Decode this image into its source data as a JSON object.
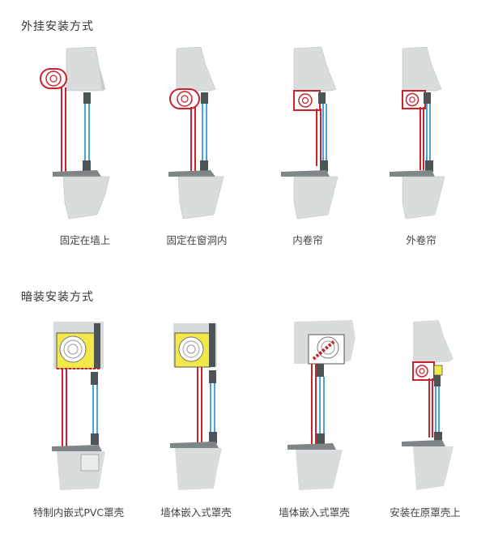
{
  "sections": [
    {
      "title": "外挂安装方式",
      "items": [
        {
          "label": "固定在墙上"
        },
        {
          "label": "固定在窗洞内"
        },
        {
          "label": "内卷帘"
        },
        {
          "label": "外卷帘"
        }
      ]
    },
    {
      "title": "暗装安装方式",
      "items": [
        {
          "label": "特制内嵌式PVC罩壳"
        },
        {
          "label": "墙体嵌入式罩壳"
        },
        {
          "label": "墙体嵌入式罩壳"
        },
        {
          "label": "安装在原罩壳上"
        }
      ]
    }
  ],
  "colors": {
    "stone": "#d9dcdc",
    "stone_speck": "#9ea3a3",
    "sill": "#7f8687",
    "red": "#c8232c",
    "blue": "#4aa3d8",
    "frame": "#4d5456",
    "yellow": "#f2e84a"
  }
}
